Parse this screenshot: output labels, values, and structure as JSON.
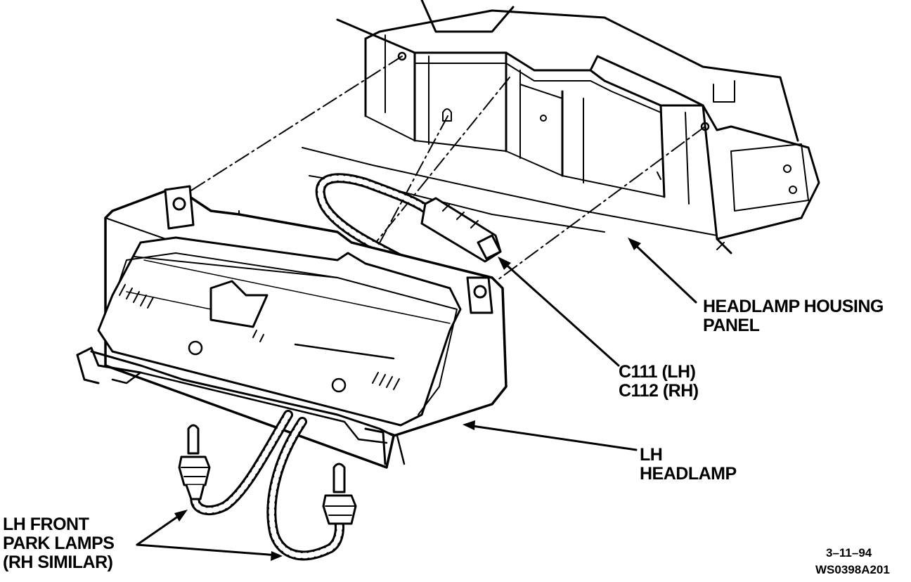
{
  "labels": {
    "housing_panel": [
      "HEADLAMP HOUSING",
      "PANEL"
    ],
    "connector": [
      "C111 (LH)",
      "C112 (RH)"
    ],
    "headlamp": [
      "LH",
      "HEADLAMP"
    ],
    "park_lamps": [
      "LH FRONT",
      "PARK LAMPS",
      "(RH SIMILAR)"
    ]
  },
  "footer": {
    "date": "3–11–94",
    "figure_id": "WS0398A201"
  }
}
